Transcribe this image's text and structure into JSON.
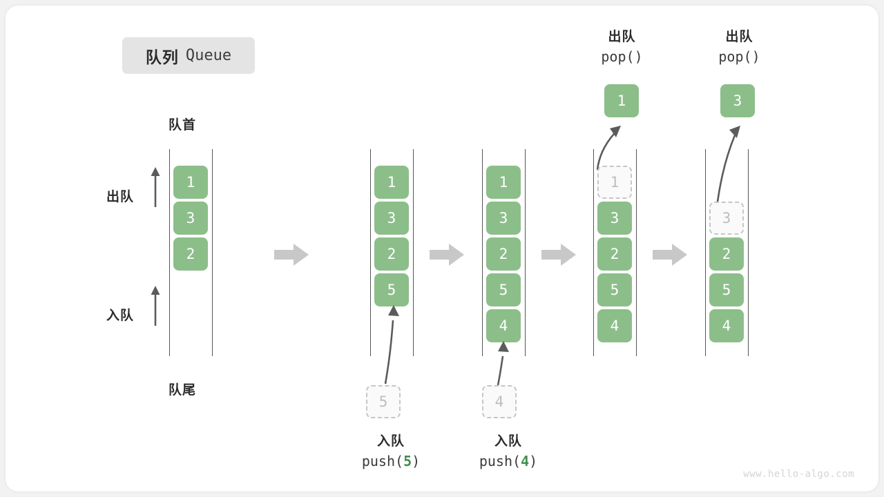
{
  "title": {
    "cn": "队列",
    "en": "Queue"
  },
  "labels": {
    "front": "队首",
    "rear": "队尾",
    "dequeue": "出队",
    "enqueue": "入队"
  },
  "colors": {
    "cell_fill": "#8cbe8a",
    "cell_text": "#ffffff",
    "ghost_fill": "#fafafa",
    "ghost_border": "#c6c6c6",
    "ghost_text": "#bdbdbd",
    "rail": "#555555",
    "arrow": "#5b5b5b",
    "step_arrow": "#c8c8c8",
    "badge_bg": "#e4e4e4",
    "accent_green": "#3f8f4e",
    "canvas": "#ffffff",
    "page_bg": "#f2f2f2"
  },
  "columns": [
    {
      "id": "initial",
      "cells": [
        "1",
        "3",
        "2"
      ],
      "ghost": null,
      "popped": null,
      "caption": null
    },
    {
      "id": "after-push-5",
      "cells": [
        "1",
        "3",
        "2",
        "5"
      ],
      "ghost": "5",
      "popped": null,
      "caption": {
        "line1": "入队",
        "op": "push(",
        "num": "5",
        "close": ")"
      }
    },
    {
      "id": "after-push-4",
      "cells": [
        "1",
        "3",
        "2",
        "5",
        "4"
      ],
      "ghost": "4",
      "popped": null,
      "caption": {
        "line1": "入队",
        "op": "push(",
        "num": "4",
        "close": ")"
      }
    },
    {
      "id": "after-pop-1",
      "cells": [
        "3",
        "2",
        "5",
        "4"
      ],
      "ghost": "1",
      "popped": "1",
      "caption": {
        "line1": "出队",
        "op": "pop(",
        "num": "",
        "close": ")"
      }
    },
    {
      "id": "after-pop-3",
      "cells": [
        "2",
        "5",
        "4"
      ],
      "ghost": "3",
      "popped": "3",
      "caption": {
        "line1": "出队",
        "op": "pop(",
        "num": "",
        "close": ")"
      }
    }
  ],
  "watermark": "www.hello-algo.com"
}
